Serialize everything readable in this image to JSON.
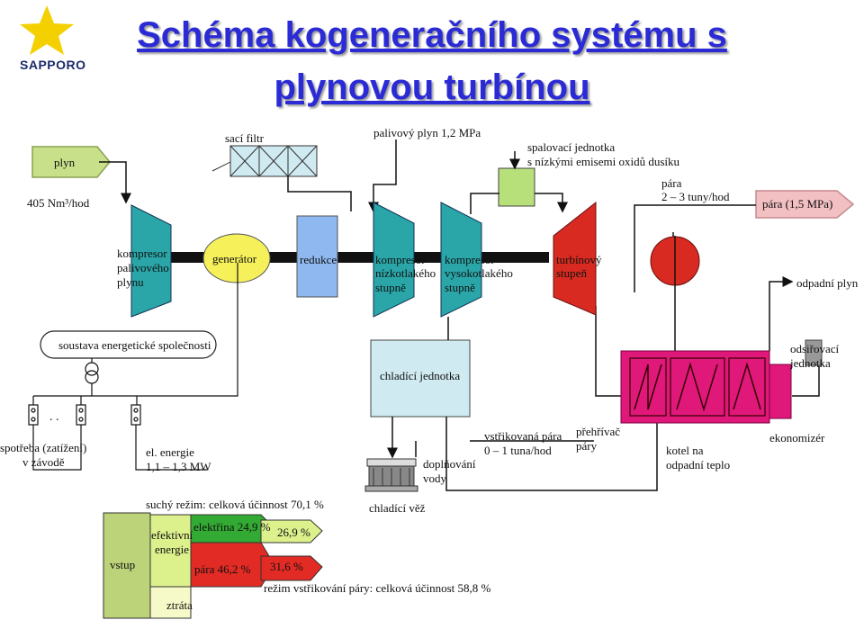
{
  "logo": {
    "brand": "SAPPORO",
    "icon": "star-icon"
  },
  "title": {
    "line1": "Schéma kogeneračního systému s",
    "line2": "plynovou turbínou"
  },
  "inputs": {
    "gas": "plyn",
    "gas_flow": "405 Nm³/hod"
  },
  "top": {
    "filter": "sací filtr",
    "fuel_gas": "palivový plyn 1,2 MPa",
    "combustion_line1": "spalovací jednotka",
    "combustion_line2": "s nízkými emisemi oxidů dusíku",
    "steam_line1": "pára",
    "steam_line2": "2 – 3 tuny/hod",
    "steam_out": "pára (1,5 MPa)"
  },
  "shaft": {
    "fuel_comp_1": "kompresor",
    "fuel_comp_2": "palivového",
    "fuel_comp_3": "plynu",
    "generator": "generátor",
    "reducer": "redukce",
    "lp_comp_1": "kompresor",
    "lp_comp_2": "nízkotlakého",
    "lp_comp_3": "stupně",
    "hp_comp_1": "kompresor",
    "hp_comp_2": "vysokotlakého",
    "hp_comp_3": "stupně",
    "turbine_1": "turbínový",
    "turbine_2": "stupeň",
    "exhaust": "odpadní plyn"
  },
  "middle": {
    "grid": "soustava energetické společnosti",
    "cooling_unit": "chladící jednotka",
    "desulf_1": "odsiřovací",
    "desulf_2": "jednotka"
  },
  "lower": {
    "consumption_1": "spotřeba (zatížení)",
    "consumption_2": "v závodě",
    "electricity_1": "el. energie",
    "electricity_2": "1,1 – 1,3 MW",
    "water_1": "doplňování",
    "water_2": "vody",
    "injected_1": "vstřikovaná pára",
    "injected_2": "0 – 1 tuna/hod",
    "superheater_1": "přehřívač",
    "superheater_2": "páry",
    "boiler_1": "kotel na",
    "boiler_2": "odpadní teplo",
    "economizer": "ekonomizér",
    "cooling_tower": "chladící věž"
  },
  "sankey": {
    "dry_mode": "suchý režim: celková účinnost 70,1 %",
    "input": "vstup",
    "effective_1": "efektivní",
    "effective_2": "energie",
    "loss": "ztráta",
    "electricity": "elektřina 24,9 %",
    "electricity_inj": "26,9 %",
    "steam": "pára 46,2 %",
    "steam_inj": "31,6 %",
    "inject_mode": "režim vstřikování páry: celková účinnost 58,8 %"
  },
  "colors": {
    "title": "#2b2bd6",
    "compressor": "#2aa6a8",
    "turbine": "#d82a20",
    "reducer": "#8fb8f0",
    "combustion": "#b8e07a",
    "boiler": "#e0187a",
    "cooling": "#cfeaf0",
    "gas_arrow": "#c8e08a",
    "steam_arrow": "#f2bfc2",
    "sankey_input": "#bcd37a",
    "sankey_effective": "#dcf08c",
    "sankey_loss": "#f6f9c8",
    "sankey_elec": "#33aa33",
    "sankey_steam": "#e22b25"
  }
}
